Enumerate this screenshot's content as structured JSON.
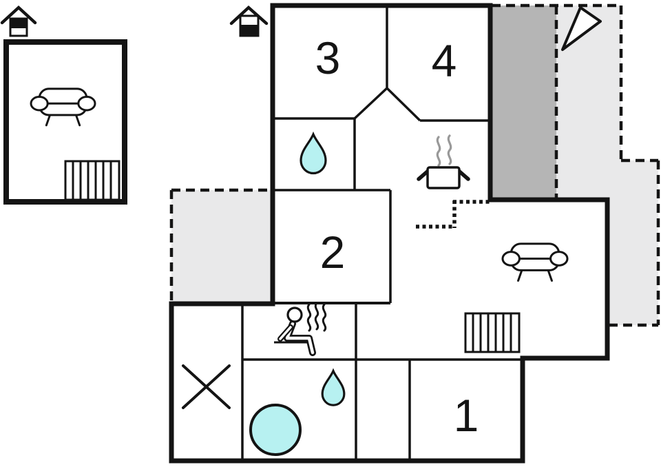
{
  "floorplan": {
    "type": "vacation-home-floor-plan",
    "room_labels": {
      "r1": "1",
      "r2": "2",
      "r3": "3",
      "r4": "4"
    },
    "colors": {
      "wall": "#141414",
      "water": "#b7f1f1",
      "terrace_light": "#e9e9ea",
      "terrace_dark": "#b5b5b5",
      "steam_gray": "#999999",
      "room_fill": "#ffffff"
    },
    "icons": [
      "annex-house-icon",
      "main-house-icon",
      "north-arrow-icon",
      "sofa-icon",
      "radiator-icon",
      "water-drop-icon",
      "stove-icon",
      "sauna-icon",
      "hot-tub-icon",
      "no-access-x-icon"
    ]
  }
}
